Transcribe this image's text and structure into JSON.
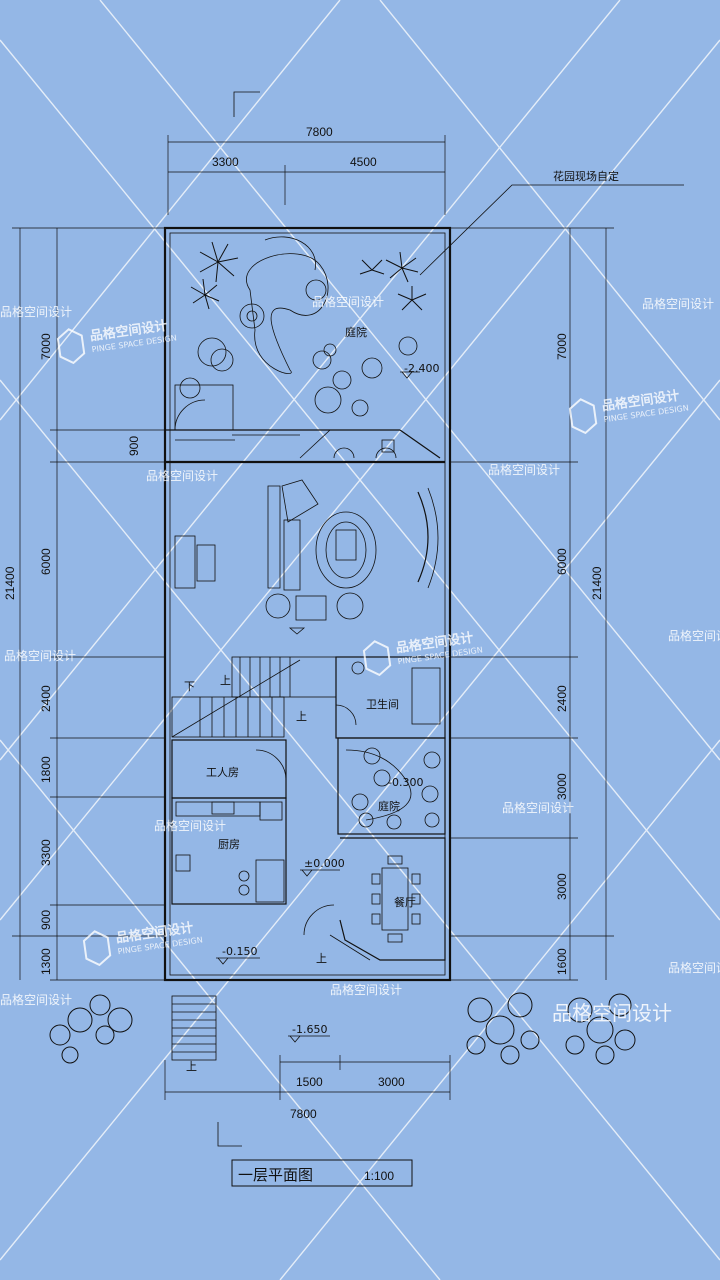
{
  "drawing": {
    "title": "一层平面图",
    "scale": "1:100",
    "callout": "花园现场自定"
  },
  "dimensions": {
    "top_total": "7800",
    "top_left": "3300",
    "top_right": "4500",
    "bottom_total": "7800",
    "bottom_left": "1500",
    "bottom_right": "3000",
    "left_total": "21400",
    "left_segments": [
      "7000",
      "900",
      "6000",
      "2400",
      "1800",
      "3300",
      "900",
      "1300"
    ],
    "right_total": "21400",
    "right_segments": [
      "7000",
      "6000",
      "2400",
      "3000",
      "3000",
      "1600"
    ]
  },
  "rooms": {
    "garden_top": "庭院",
    "bath": "卫生间",
    "servant": "工人房",
    "kitchen": "厨房",
    "garden_mid": "庭院",
    "dining": "餐厅"
  },
  "levels": {
    "garden_top": "-2.400",
    "garden_mid": "-0.300",
    "floor": "±0.000",
    "porch": "-0.150",
    "ground": "-1.650"
  },
  "stairs": {
    "down": "下",
    "up": "上"
  },
  "watermarks": {
    "text": "品格空间设计",
    "logo": "品格空间设计",
    "logo_sub": "PINGE SPACE DESIGN",
    "bottom_text": "品格空间设计"
  }
}
